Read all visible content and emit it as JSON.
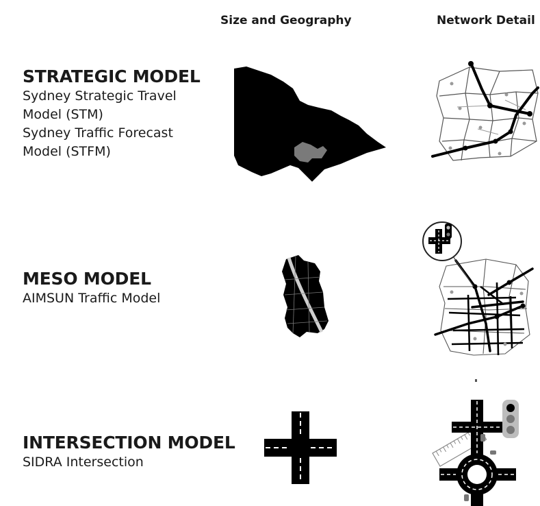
{
  "headers": {
    "size_geography": "Size and Geography",
    "network_detail": "Network Detail"
  },
  "rows": [
    {
      "title": "STRATEGIC MODEL",
      "lines": [
        "Sydney Strategic Travel",
        "Model (STM)",
        "Sydney Traffic Forecast",
        "Model (STFM)"
      ],
      "geo_icon": "large-region-map-icon",
      "net_icon": "strategic-zone-network-icon"
    },
    {
      "title": "MESO MODEL",
      "lines": [
        "AIMSUN Traffic Model"
      ],
      "geo_icon": "sub-region-map-icon",
      "net_icon": "street-grid-network-icon"
    },
    {
      "title": "INTERSECTION MODEL",
      "lines": [
        "SIDRA Intersection"
      ],
      "geo_icon": "road-crossing-icon",
      "net_icon": "roundabout-intersection-icon"
    }
  ],
  "colors": {
    "text": "#1a1a1a",
    "map_fill": "#000000",
    "highlight_region": "#7a7a7a",
    "thin_line": "#8a8a8a",
    "node": "#9a9a9a"
  }
}
